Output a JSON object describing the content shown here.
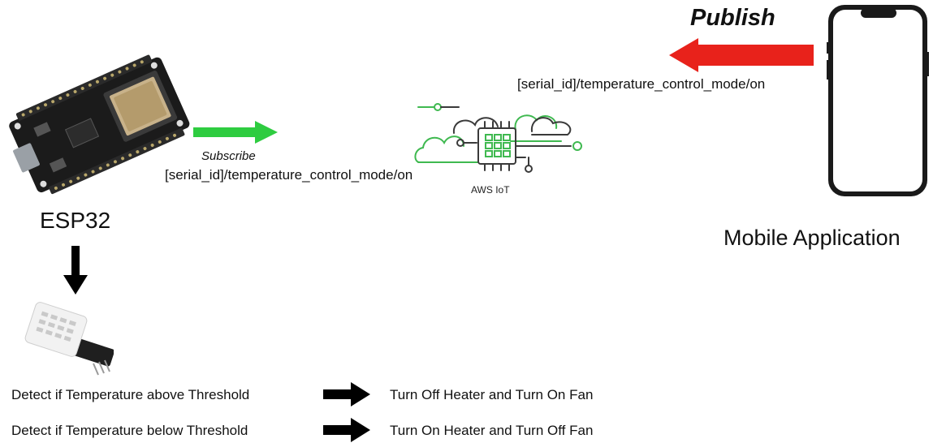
{
  "nodes": {
    "esp32": {
      "label": "ESP32"
    },
    "aws": {
      "label": "AWS IoT"
    },
    "mobile": {
      "label": "Mobile Application"
    }
  },
  "flows": {
    "subscribe": {
      "action": "Subscribe",
      "topic": "[serial_id]/temperature_control_mode/on",
      "color": "#2ecc40"
    },
    "publish": {
      "action": "Publish",
      "topic": "[serial_id]/temperature_control_mode/on",
      "color": "#e8221b"
    }
  },
  "rules": [
    {
      "condition": "Detect if Temperature above Threshold",
      "result": "Turn Off Heater and Turn On Fan"
    },
    {
      "condition": "Detect if Temperature below Threshold",
      "result": "Turn On Heater and Turn Off Fan"
    }
  ],
  "colors": {
    "aws_green": "#3fb950",
    "aws_dark": "#3a3a3a",
    "board": "#1b1b1b",
    "chip": "#c8b28a"
  },
  "icons": [
    "esp32-board-icon",
    "aws-iot-icon",
    "smartphone-icon",
    "dht-sensor-icon"
  ]
}
